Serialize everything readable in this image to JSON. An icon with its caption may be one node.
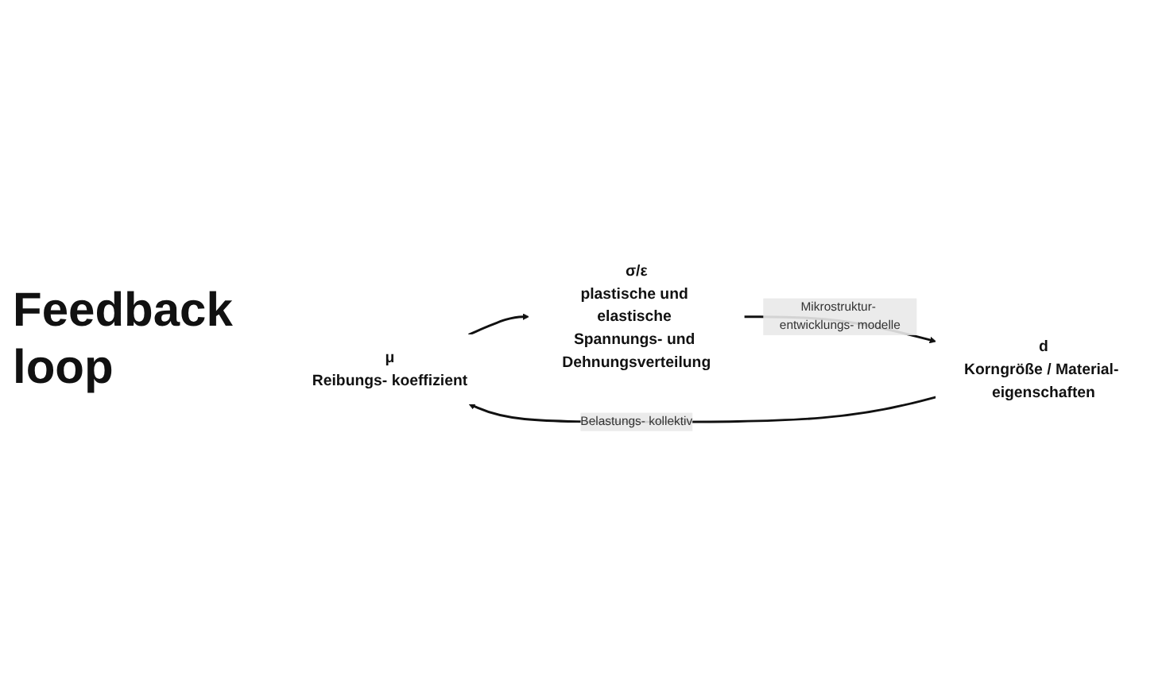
{
  "diagram": {
    "nodes": [
      {
        "text": [
          "μ",
          "Reibungs- koeffizient"
        ]
      },
      {
        "text": [
          "σ/ε",
          "plastische und elastische Spannungs- und Dehnungsverteilung"
        ]
      },
      {
        "text": [
          "d",
          "Korngröße / Material- eigenschaften"
        ]
      }
    ],
    "edges": [
      {
        "from": 0,
        "to": 1,
        "arrow": "to"
      },
      {
        "from": 1,
        "to": 2,
        "arrow": "to",
        "label": "Mikrostruktur- entwicklungs- modelle"
      },
      {
        "from": 2,
        "to": 0,
        "arrow": "to",
        "label": "Belastungs- kollektiv"
      }
    ],
    "labels": [
      "Feedback loop"
    ]
  }
}
